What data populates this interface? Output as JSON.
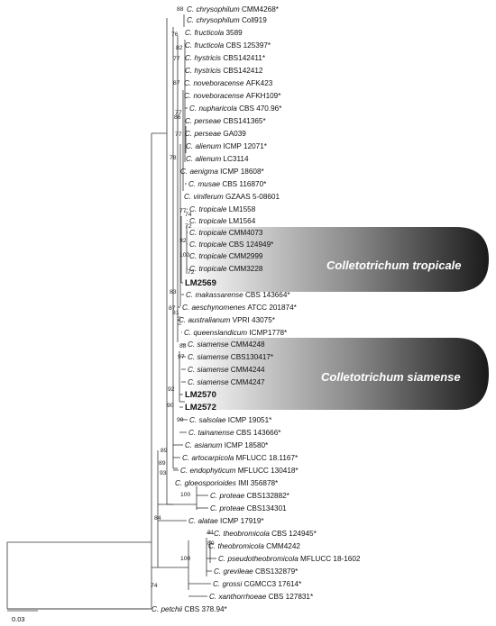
{
  "taxa": [
    {
      "genus": "C.",
      "epithet": "chrysophilum",
      "code": "CMM4268*",
      "bold": false
    },
    {
      "genus": "C.",
      "epithet": "chrysophilum",
      "code": "Coll919",
      "bold": false
    },
    {
      "genus": "C.",
      "epithet": "fructicola",
      "code": "3589",
      "bold": false
    },
    {
      "genus": "C.",
      "epithet": "fructicola",
      "code": "CBS 125397*",
      "bold": false
    },
    {
      "genus": "C.",
      "epithet": "hystricis",
      "code": "CBS142411*",
      "bold": false
    },
    {
      "genus": "C.",
      "epithet": "hystricis",
      "code": "CBS142412",
      "bold": false
    },
    {
      "genus": "C.",
      "epithet": "noveboracense",
      "code": "AFK423",
      "bold": false
    },
    {
      "genus": "C.",
      "epithet": "noveboracense",
      "code": "AFKH109*",
      "bold": false
    },
    {
      "genus": "C.",
      "epithet": "nupharicola",
      "code": "CBS 470.96*",
      "bold": false
    },
    {
      "genus": "C.",
      "epithet": "perseae",
      "code": "CBS141365*",
      "bold": false
    },
    {
      "genus": "C.",
      "epithet": "perseae",
      "code": "GA039",
      "bold": false
    },
    {
      "genus": "C.",
      "epithet": "alienum",
      "code": "ICMP 12071*",
      "bold": false
    },
    {
      "genus": "C.",
      "epithet": "alienum",
      "code": "LC3114",
      "bold": false
    },
    {
      "genus": "C.",
      "epithet": "aenigma",
      "code": "ICMP 18608*",
      "bold": false
    },
    {
      "genus": "C.",
      "epithet": "musae",
      "code": "CBS 116870*",
      "bold": false
    },
    {
      "genus": "C.",
      "epithet": "viniferum",
      "code": "GZAAS 5-08601",
      "bold": false
    },
    {
      "genus": "C.",
      "epithet": "tropicale",
      "code": "LM1558",
      "bold": false
    },
    {
      "genus": "C.",
      "epithet": "tropicale",
      "code": "LM1564",
      "bold": false
    },
    {
      "genus": "C.",
      "epithet": "tropicale",
      "code": "CMM4073",
      "bold": false
    },
    {
      "genus": "C.",
      "epithet": "tropicale",
      "code": "CBS 124949*",
      "bold": false
    },
    {
      "genus": "C.",
      "epithet": "tropicale",
      "code": "CMM2999",
      "bold": false
    },
    {
      "genus": "C.",
      "epithet": "tropicale",
      "code": "CMM3228",
      "bold": false
    },
    {
      "genus": "",
      "epithet": "",
      "code": "LM2569",
      "bold": true
    },
    {
      "genus": "C.",
      "epithet": "makassarense",
      "code": "CBS 143664*",
      "bold": false
    },
    {
      "genus": "C.",
      "epithet": "aeschynomenes",
      "code": "ATCC 201874*",
      "bold": false
    },
    {
      "genus": "C.",
      "epithet": "australianum",
      "code": "VPRI 43075*",
      "bold": false
    },
    {
      "genus": "C.",
      "epithet": "queenslandicum",
      "code": "ICMP1778*",
      "bold": false
    },
    {
      "genus": "C.",
      "epithet": "siamense",
      "code": "CMM4248",
      "bold": false
    },
    {
      "genus": "C.",
      "epithet": "siamense",
      "code": "CBS130417*",
      "bold": false
    },
    {
      "genus": "C.",
      "epithet": "siamense",
      "code": "CMM4244",
      "bold": false
    },
    {
      "genus": "C.",
      "epithet": "siamense",
      "code": "CMM4247",
      "bold": false
    },
    {
      "genus": "",
      "epithet": "",
      "code": "LM2570",
      "bold": true
    },
    {
      "genus": "",
      "epithet": "",
      "code": "LM2572",
      "bold": true
    },
    {
      "genus": "C.",
      "epithet": "salsolae",
      "code": "ICMP 19051*",
      "bold": false
    },
    {
      "genus": "C.",
      "epithet": "tainanense",
      "code": "CBS 143666*",
      "bold": false
    },
    {
      "genus": "C.",
      "epithet": "asianum",
      "code": "ICMP 18580*",
      "bold": false
    },
    {
      "genus": "C.",
      "epithet": "artocarpicola",
      "code": "MFLUCC 18.1167*",
      "bold": false
    },
    {
      "genus": "C.",
      "epithet": "endophyticum",
      "code": "MFLUCC 130418*",
      "bold": false
    },
    {
      "genus": "C.",
      "epithet": "gloeosporioides",
      "code": "IMI 356878*",
      "bold": false
    },
    {
      "genus": "C.",
      "epithet": "proteae",
      "code": "CBS132882*",
      "bold": false
    },
    {
      "genus": "C.",
      "epithet": "proteae",
      "code": "CBS134301",
      "bold": false
    },
    {
      "genus": "C.",
      "epithet": "alatae",
      "code": "ICMP 17919*",
      "bold": false
    },
    {
      "genus": "C.",
      "epithet": "theobromicola",
      "code": "CBS 124945*",
      "bold": false
    },
    {
      "genus": "C.",
      "epithet": "theobromicola",
      "code": "CMM4242",
      "bold": false
    },
    {
      "genus": "C.",
      "epithet": "pseudotheobromicola",
      "code": "MFLUCC 18-1602",
      "bold": false
    },
    {
      "genus": "C.",
      "epithet": "grevileae",
      "code": "CBS132879*",
      "bold": false
    },
    {
      "genus": "C.",
      "epithet": "grossi",
      "code": "CGMCC3 17614*",
      "bold": false
    },
    {
      "genus": "C.",
      "epithet": "xanthorrhoeae",
      "code": "CBS 127831*",
      "bold": false
    },
    {
      "genus": "C.",
      "epithet": "petchii",
      "code": "CBS 378.94*",
      "bold": false
    }
  ],
  "support_values": [
    "88",
    "76",
    "82",
    "77",
    "87",
    "77",
    "86",
    "77",
    "78",
    "77",
    "74",
    "72",
    "92",
    "100",
    "72",
    "83",
    "87",
    "81",
    "2",
    "88",
    "97",
    "92",
    "90",
    "99",
    "89",
    "89",
    "93",
    "100",
    "84",
    "81",
    "80",
    "100",
    "74"
  ],
  "clades": [
    {
      "name": "Colletotrichum tropicale",
      "fill_dark": "#1a1a1a",
      "fill_light": "#ffffff"
    },
    {
      "name": "Colletotrichum siamense",
      "fill_dark": "#1a1a1a",
      "fill_light": "#ffffff"
    }
  ],
  "scale_bar": {
    "label": "0.03"
  }
}
